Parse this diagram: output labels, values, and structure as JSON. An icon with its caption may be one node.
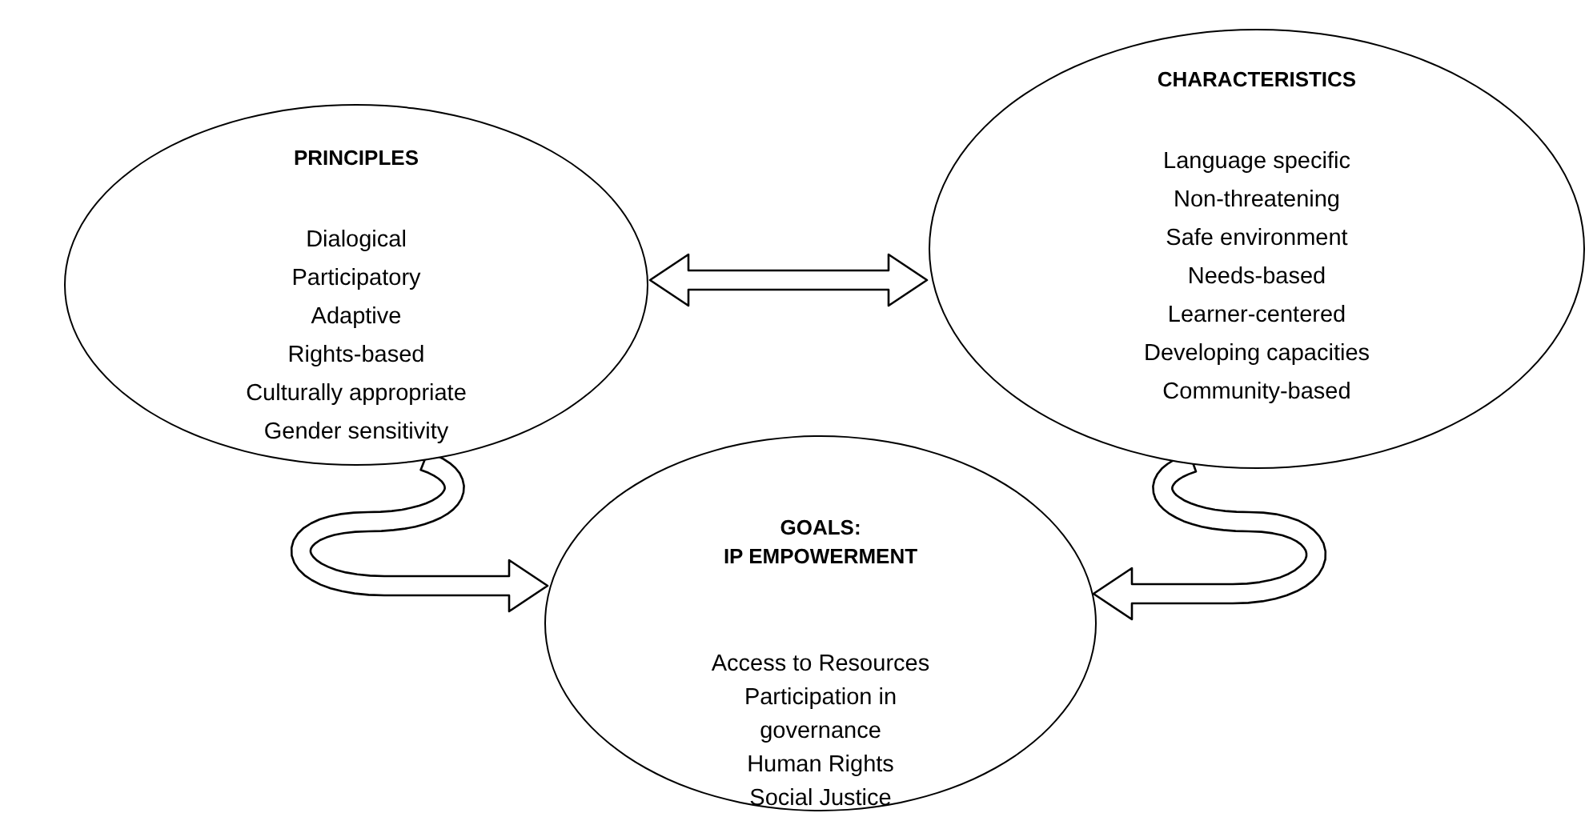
{
  "diagram": {
    "nodes": [
      {
        "text": [
          "PRINCIPLES",
          "Dialogical",
          "Participatory",
          "Adaptive",
          "Rights-based",
          "Culturally appropriate",
          "Gender sensitivity"
        ]
      },
      {
        "text": [
          "CHARACTERISTICS",
          "Language specific",
          "Non-threatening",
          "Safe environment",
          "Needs-based",
          "Learner-centered",
          "Developing capacities",
          "Community-based"
        ]
      },
      {
        "text": [
          "GOALS:",
          "IP EMPOWERMENT",
          "Access to Resources",
          "Participation in governance",
          "Human Rights",
          "Social Justice"
        ]
      }
    ],
    "edges": [
      {
        "from": 0,
        "to": 1,
        "arrow": "both"
      },
      {
        "from": 0,
        "to": 2,
        "arrow": "to"
      },
      {
        "from": 1,
        "to": 2,
        "arrow": "to"
      }
    ]
  }
}
